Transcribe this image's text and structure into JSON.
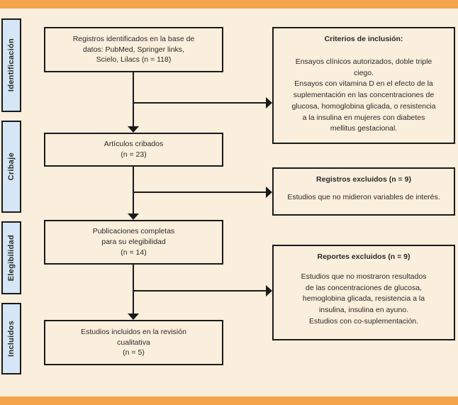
{
  "palette": {
    "background": "#FAEEDC",
    "accent_bar": "#F6A44C",
    "stage_fill": "#D5E7F6",
    "border": "#1A1A1A",
    "text": "#2B2A28"
  },
  "stages": [
    {
      "label": "Identificación"
    },
    {
      "label": "Cribaje"
    },
    {
      "label": "Elegibilidad"
    },
    {
      "label": "Incluidos"
    }
  ],
  "flow_boxes": [
    {
      "text": "Registros identificados en la base de\ndatos: PubMed, Springer links,\nScielo, Lilacs (n = 118)"
    },
    {
      "text": "Artículos cribados\n(n = 23)"
    },
    {
      "text": "Publicaciones completas\npara su elegibilidad\n(n = 14)"
    },
    {
      "text": "Estudios incluidos en la revisión\ncualitativa\n(n = 5)"
    }
  ],
  "side_boxes": [
    {
      "title": "Criterios de inclusión:",
      "body": "Ensayos clínicos autorizados, doble triple\nciego.\nEnsayos con vitamina D en el efecto de la\nsuplementación en las concentraciones de\nglucosa, homoglobina glicada, o resistencia\na la insulina en mujeres con diabetes\nmellitus gestacional."
    },
    {
      "title": "Registros excluidos (n = 9)",
      "body": "Estudios que no midieron variables de interés."
    },
    {
      "title": "Reportes excluidos (n = 9)",
      "body": "Estudios que no mostraron resultados\nde las concentraciones de glucosa,\nhemoglobina glicada, resistencia a la\ninsulina, insulina en ayuno.\nEstudios con co-suplementación."
    }
  ]
}
